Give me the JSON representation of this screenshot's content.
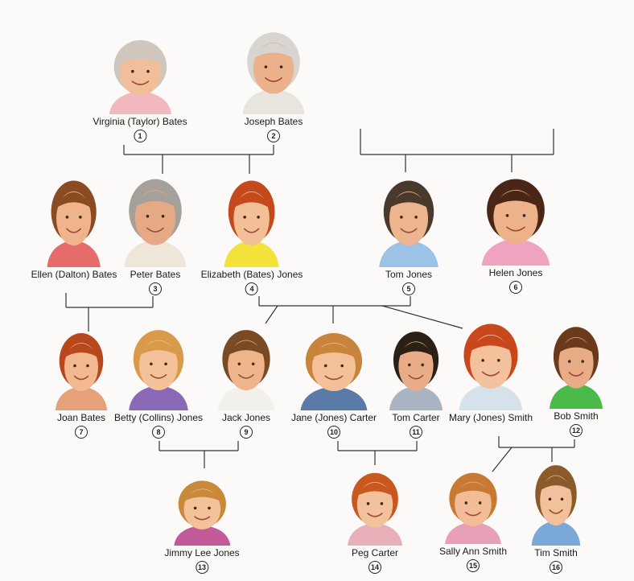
{
  "people": [
    {
      "id": "p1",
      "name": "Virginia (Taylor) Bates",
      "number": "1",
      "hair": "#cfc6bd",
      "shirt": "#f2b8c0",
      "skin": "#f0bf9a"
    },
    {
      "id": "p2",
      "name": "Joseph Bates",
      "number": "2",
      "hair": "#d8d4cf",
      "shirt": "#e8e4de",
      "skin": "#eab18c"
    },
    {
      "id": "p3",
      "name": "Ellen (Dalton) Bates",
      "number": "",
      "hair": "#8a4a22",
      "shirt": "#e66b6b",
      "skin": "#f0b48c"
    },
    {
      "id": "p4",
      "name": "Peter Bates",
      "number": "3",
      "hair": "#a6a09a",
      "shirt": "#efe6da",
      "skin": "#e6a985"
    },
    {
      "id": "p5",
      "name": "Elizabeth (Bates) Jones",
      "number": "4",
      "hair": "#c44a1e",
      "shirt": "#f2e23a",
      "skin": "#f3bf96"
    },
    {
      "id": "p6",
      "name": "Tom Jones",
      "number": "5",
      "hair": "#4a3a2c",
      "shirt": "#9cc3e6",
      "skin": "#ecb58f"
    },
    {
      "id": "p7",
      "name": "Helen Jones",
      "number": "6",
      "hair": "#4a2616",
      "shirt": "#f0a3c0",
      "skin": "#eeb28b"
    },
    {
      "id": "p8",
      "name": "Joan Bates",
      "number": "7",
      "hair": "#b8481c",
      "shirt": "#e6a07a",
      "skin": "#f2b890"
    },
    {
      "id": "p9",
      "name": "Betty (Collins) Jones",
      "number": "8",
      "hair": "#d99a4a",
      "shirt": "#8a6ab8",
      "skin": "#f3c29a"
    },
    {
      "id": "p10",
      "name": "Jack Jones",
      "number": "9",
      "hair": "#7a4a24",
      "shirt": "#f2f0ea",
      "skin": "#eeb48c"
    },
    {
      "id": "p11",
      "name": "Jane (Jones) Carter",
      "number": "10",
      "hair": "#c8843a",
      "shirt": "#5a7aa8",
      "skin": "#f3c098"
    },
    {
      "id": "p12",
      "name": "Tom Carter",
      "number": "11",
      "hair": "#2a2016",
      "shirt": "#a8b4c2",
      "skin": "#e8ad88"
    },
    {
      "id": "p13",
      "name": "Mary (Jones) Smith",
      "number": "",
      "hair": "#c8481c",
      "shirt": "#d6e2ea",
      "skin": "#f3c29c"
    },
    {
      "id": "p14",
      "name": "Bob Smith",
      "number": "12",
      "hair": "#6a3a1a",
      "shirt": "#4aba4a",
      "skin": "#e8ad86"
    },
    {
      "id": "p15",
      "name": "Jimmy Lee Jones",
      "number": "13",
      "hair": "#c88a3a",
      "shirt": "#c25a9a",
      "skin": "#f3c29a"
    },
    {
      "id": "p16",
      "name": "Peg Carter",
      "number": "14",
      "hair": "#c8581e",
      "shirt": "#e8b0b8",
      "skin": "#f3c29c"
    },
    {
      "id": "p17",
      "name": "Sally Ann Smith",
      "number": "15",
      "hair": "#c87a34",
      "shirt": "#e8a0b8",
      "skin": "#f2bd96"
    },
    {
      "id": "p18",
      "name": "Tim Smith",
      "number": "16",
      "hair": "#8a5a2a",
      "shirt": "#7aa8d8",
      "skin": "#f2c09a"
    }
  ],
  "colors": {
    "line": "#333333",
    "background": "#fbfaf8"
  }
}
